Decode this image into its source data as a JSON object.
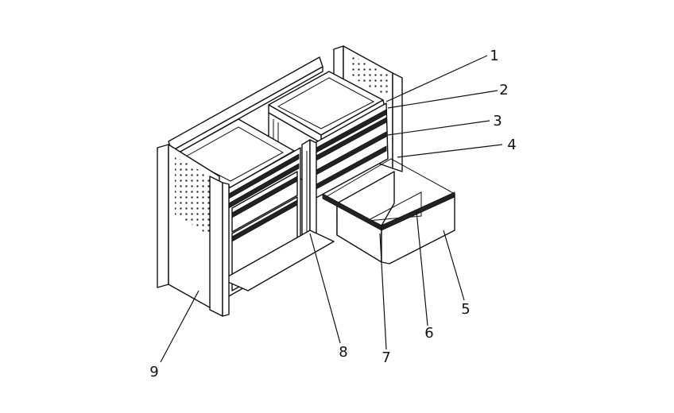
{
  "diagram": {
    "type": "exploded-parts-view",
    "line_color": "#111111",
    "background": "#ffffff",
    "callouts": [
      {
        "id": "callout-1",
        "label": "1"
      },
      {
        "id": "callout-2",
        "label": "2"
      },
      {
        "id": "callout-3",
        "label": "3"
      },
      {
        "id": "callout-4",
        "label": "4"
      },
      {
        "id": "callout-5",
        "label": "5"
      },
      {
        "id": "callout-6",
        "label": "6"
      },
      {
        "id": "callout-7",
        "label": "7"
      },
      {
        "id": "callout-8",
        "label": "8"
      },
      {
        "id": "callout-9",
        "label": "9"
      }
    ]
  }
}
